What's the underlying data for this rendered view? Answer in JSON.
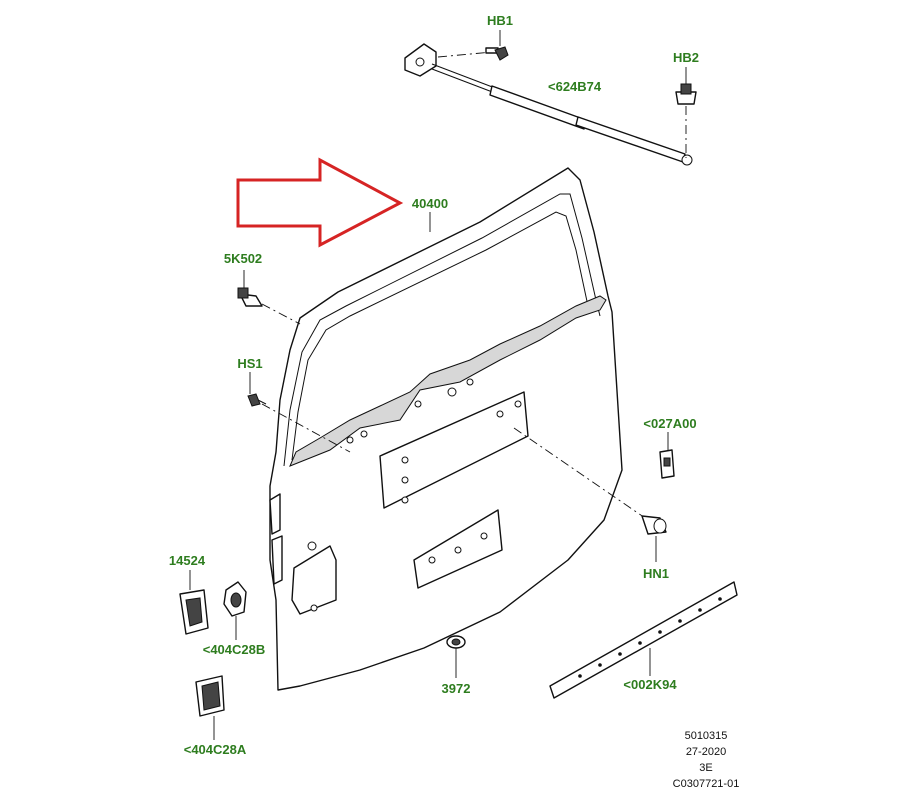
{
  "diagram": {
    "callouts": {
      "hb1": "HB1",
      "hb2": "HB2",
      "strut": "<624B74",
      "liftgate": "40400",
      "bumper_5k502": "5K502",
      "hs1": "HS1",
      "clip_027a00": "<027A00",
      "hn1": "HN1",
      "part_14524": "14524",
      "part_404c28b": "<404C28B",
      "part_404c28a": "<404C28A",
      "part_3972": "3972",
      "strip_002k94": "<002K94"
    },
    "reference": {
      "line1": "5010315",
      "line2": "27-2020",
      "line3": "3E",
      "line4": "C0307721-01"
    },
    "colors": {
      "label": "#2e7d1f",
      "arrow": "#d62424",
      "line": "#111111"
    }
  }
}
